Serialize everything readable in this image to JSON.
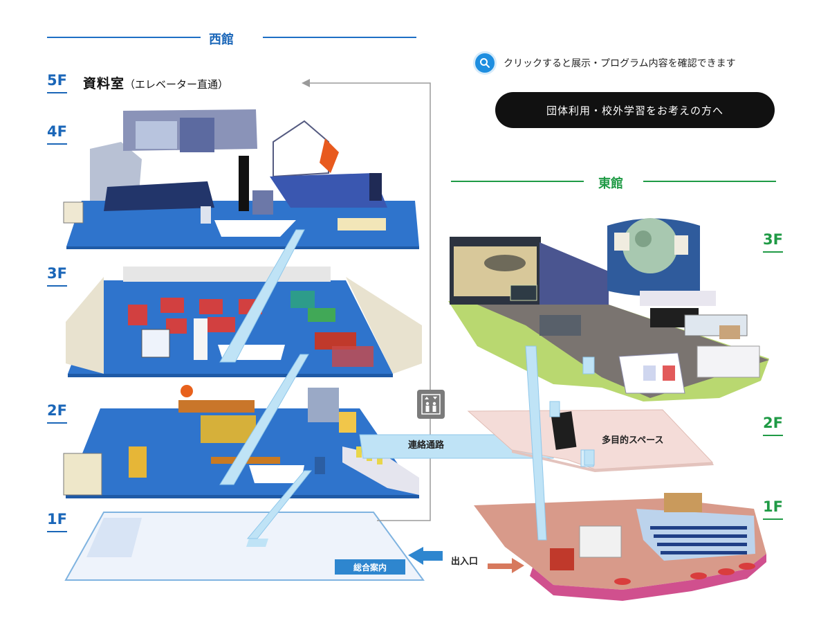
{
  "west": {
    "title": "西館",
    "floors": {
      "f5": "5F",
      "f4": "4F",
      "f3": "3F",
      "f2": "2F",
      "f1": "1F"
    },
    "room5_name": "資料室",
    "room5_note": "（エレベーター直通）",
    "info_label": "総合案内"
  },
  "east": {
    "title": "東館",
    "floors": {
      "f3": "3F",
      "f2": "2F",
      "f1": "1F"
    },
    "multipurpose_label": "多目的スペース"
  },
  "hint": {
    "text": "クリックすると展示・プログラム内容を確認できます",
    "icon": "search-icon"
  },
  "group_button": {
    "label": "団体利用・校外学習をお考えの方へ"
  },
  "corridor_label": "連絡通路",
  "entrance_label": "出入口",
  "elevator": {
    "icon": "elevator-icon"
  },
  "colors": {
    "west_accent": "#1a66b8",
    "east_accent": "#1f9a45",
    "floor_blue": "#2d73c9",
    "corridor": "#bfe3f6",
    "button_bg": "#111111",
    "hint_icon": "#1e8ee0"
  }
}
